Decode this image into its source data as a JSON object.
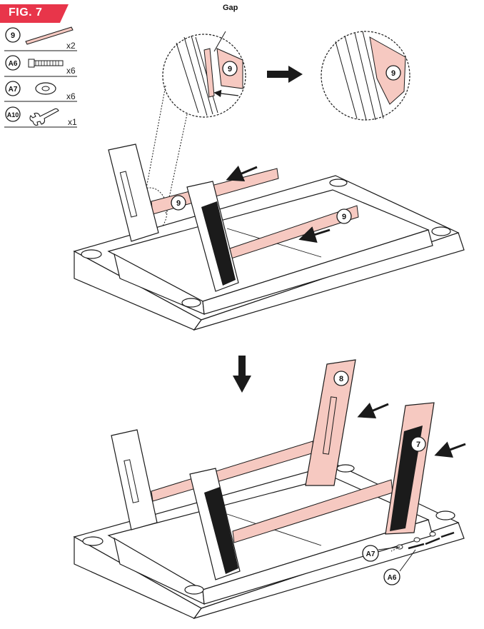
{
  "figure": {
    "title": "FIG. 7",
    "gap_label": "Gap"
  },
  "parts": [
    {
      "id": "9",
      "qty": "x2",
      "icon": "rail-icon"
    },
    {
      "id": "A6",
      "qty": "x6",
      "icon": "bolt-icon"
    },
    {
      "id": "A7",
      "qty": "x6",
      "icon": "washer-icon"
    },
    {
      "id": "A10",
      "qty": "x1",
      "icon": "wrench-icon"
    }
  ],
  "callouts": {
    "zoom_before": "9",
    "zoom_after": "9",
    "rail_left": "9",
    "rail_right": "9",
    "leg_back": "8",
    "leg_front": "7",
    "washer": "A7",
    "bolt": "A6"
  },
  "colors": {
    "accent": "#e8354a",
    "part_fill": "#f6c9c1",
    "line": "#1a1a1a",
    "dark": "#1b1b1b"
  }
}
